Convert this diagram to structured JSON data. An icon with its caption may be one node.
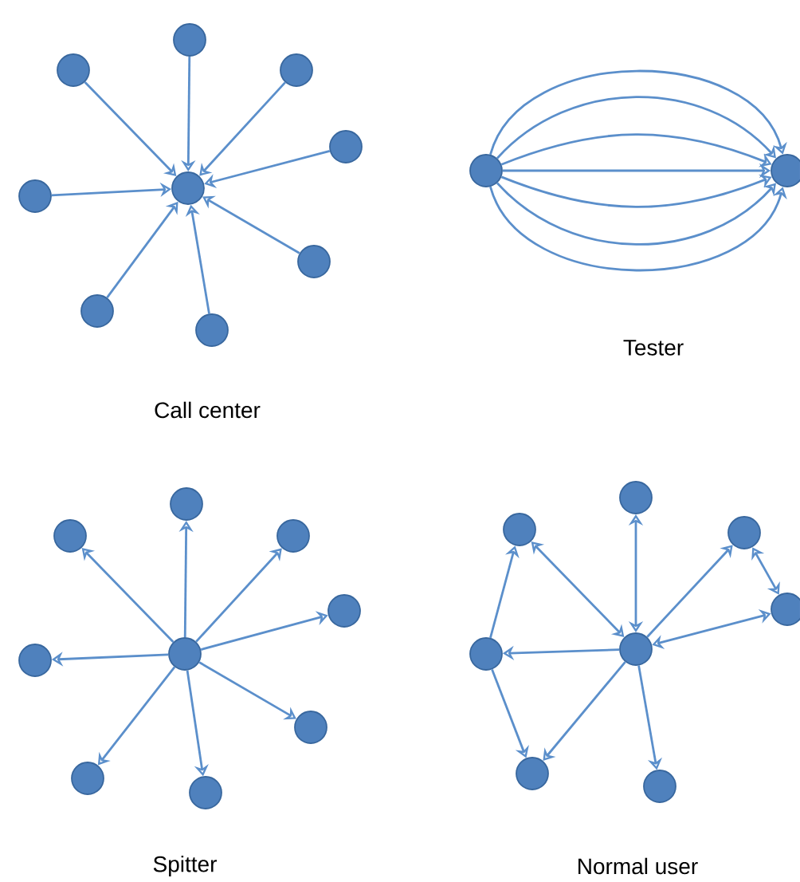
{
  "diagram": {
    "nodes": [
      {
        "text": [],
        "shape": "circle"
      },
      {
        "text": [],
        "shape": "circle"
      },
      {
        "text": [],
        "shape": "circle"
      },
      {
        "text": [],
        "shape": "circle"
      },
      {
        "text": [],
        "shape": "circle"
      },
      {
        "text": [],
        "shape": "circle"
      },
      {
        "text": [],
        "shape": "circle"
      },
      {
        "text": [],
        "shape": "circle"
      },
      {
        "text": [],
        "shape": "circle"
      },
      {
        "text": [],
        "shape": "circle"
      },
      {
        "text": [],
        "shape": "circle"
      },
      {
        "text": [],
        "shape": "circle"
      },
      {
        "text": [],
        "shape": "circle"
      },
      {
        "text": [],
        "shape": "circle"
      },
      {
        "text": [],
        "shape": "circle"
      },
      {
        "text": [],
        "shape": "circle"
      },
      {
        "text": [],
        "shape": "circle"
      },
      {
        "text": [],
        "shape": "circle"
      },
      {
        "text": [],
        "shape": "circle"
      },
      {
        "text": [],
        "shape": "circle"
      },
      {
        "text": [],
        "shape": "circle"
      },
      {
        "text": [],
        "shape": "circle"
      },
      {
        "text": [],
        "shape": "circle"
      },
      {
        "text": [],
        "shape": "circle"
      },
      {
        "text": [],
        "shape": "circle"
      },
      {
        "text": [],
        "shape": "circle"
      },
      {
        "text": [],
        "shape": "circle"
      },
      {
        "text": [],
        "shape": "circle"
      }
    ],
    "edges": [
      {
        "from": 1,
        "to": 0,
        "arrow": "to"
      },
      {
        "from": 2,
        "to": 0,
        "arrow": "to"
      },
      {
        "from": 3,
        "to": 0,
        "arrow": "to"
      },
      {
        "from": 4,
        "to": 0,
        "arrow": "to"
      },
      {
        "from": 5,
        "to": 0,
        "arrow": "to"
      },
      {
        "from": 6,
        "to": 0,
        "arrow": "to"
      },
      {
        "from": 7,
        "to": 0,
        "arrow": "to"
      },
      {
        "from": 8,
        "to": 0,
        "arrow": "to"
      },
      {
        "from": 9,
        "to": 10,
        "arrow": "to"
      },
      {
        "from": 9,
        "to": 10,
        "arrow": "to"
      },
      {
        "from": 9,
        "to": 10,
        "arrow": "to"
      },
      {
        "from": 9,
        "to": 10,
        "arrow": "to"
      },
      {
        "from": 9,
        "to": 10,
        "arrow": "to"
      },
      {
        "from": 9,
        "to": 10,
        "arrow": "to"
      },
      {
        "from": 9,
        "to": 10,
        "arrow": "to"
      },
      {
        "from": 11,
        "to": 12,
        "arrow": "to"
      },
      {
        "from": 11,
        "to": 13,
        "arrow": "to"
      },
      {
        "from": 11,
        "to": 14,
        "arrow": "to"
      },
      {
        "from": 11,
        "to": 15,
        "arrow": "to"
      },
      {
        "from": 11,
        "to": 16,
        "arrow": "to"
      },
      {
        "from": 11,
        "to": 17,
        "arrow": "to"
      },
      {
        "from": 11,
        "to": 18,
        "arrow": "to"
      },
      {
        "from": 11,
        "to": 19,
        "arrow": "to"
      },
      {
        "from": 20,
        "to": 21,
        "arrow": "both"
      },
      {
        "from": 20,
        "to": 22,
        "arrow": "both"
      },
      {
        "from": 20,
        "to": 23,
        "arrow": "to"
      },
      {
        "from": 23,
        "to": 24,
        "arrow": "both"
      },
      {
        "from": 20,
        "to": 24,
        "arrow": "both"
      },
      {
        "from": 20,
        "to": 25,
        "arrow": "to"
      },
      {
        "from": 25,
        "to": 22,
        "arrow": "to"
      },
      {
        "from": 25,
        "to": 26,
        "arrow": "to"
      },
      {
        "from": 20,
        "to": 26,
        "arrow": "to"
      },
      {
        "from": 20,
        "to": 27,
        "arrow": "to"
      }
    ],
    "labels": [
      "Call center",
      "Tester",
      "Spitter",
      "Normal user"
    ]
  }
}
